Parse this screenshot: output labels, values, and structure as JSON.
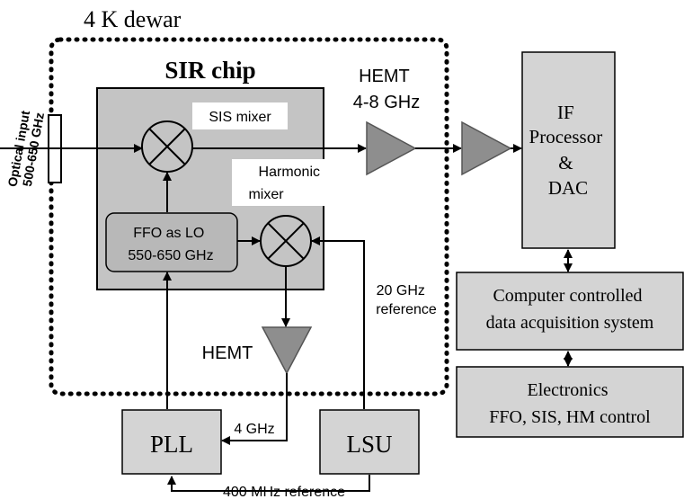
{
  "dewar": {
    "label": "4 K dewar"
  },
  "sir_chip": {
    "label": "SIR chip"
  },
  "optical_input": {
    "line1": "Optical input",
    "line2": "500-650 GHz"
  },
  "sis_mixer": {
    "label": "SIS mixer"
  },
  "harmonic_mixer": {
    "line1": "Harmonic",
    "line2": "mixer"
  },
  "ffo": {
    "line1": "FFO as LO",
    "line2": "550-650 GHz"
  },
  "hemt_if": {
    "line1": "HEMT",
    "line2": "4-8 GHz"
  },
  "hemt_hm": {
    "label": "HEMT"
  },
  "if_processor": {
    "line1": "IF",
    "line2": "Processor",
    "line3": "&",
    "line4": "DAC"
  },
  "computer": {
    "line1": "Computer controlled",
    "line2": "data acquisition system"
  },
  "electronics": {
    "line1": "Electronics",
    "line2": "FFO, SIS, HM control"
  },
  "pll": {
    "label": "PLL"
  },
  "lsu": {
    "label": "LSU"
  },
  "ref_20ghz": {
    "line1": "20 GHz",
    "line2": "reference"
  },
  "label_4ghz": {
    "label": "4 GHz"
  },
  "ref_400mhz": {
    "label": "400 MHz reference"
  },
  "colors": {
    "box_fill": "#d4d4d4",
    "chip_fill": "#c4c4c4",
    "amp_fill": "#8e8e8e",
    "ffo_fill": "#b8b8b8",
    "line": "#000000"
  }
}
